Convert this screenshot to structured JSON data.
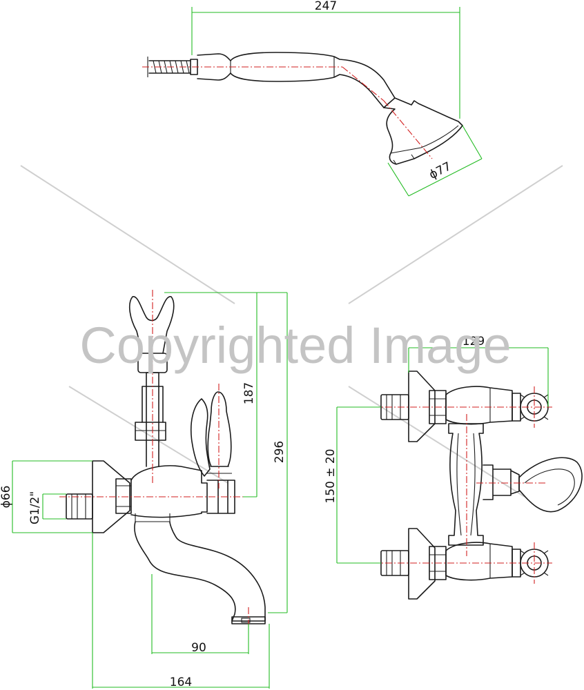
{
  "watermark": {
    "text": "Copyrighted Image",
    "color": "#c4c4c4"
  },
  "colors": {
    "outline": "#1a1a1a",
    "dimension": "#22bb22",
    "centerline": "#d21e1e",
    "background": "#ffffff"
  },
  "dimensions": {
    "hand_shower_length": "247",
    "hand_shower_head_diameter": "ϕ77",
    "holder_height": "187",
    "total_height": "296",
    "flange_diameter": "ϕ66",
    "thread_size": "G1/2\"",
    "spout_reach": "90",
    "total_depth": "164",
    "handle_width": "129",
    "center_distance": "150 ± 20"
  }
}
